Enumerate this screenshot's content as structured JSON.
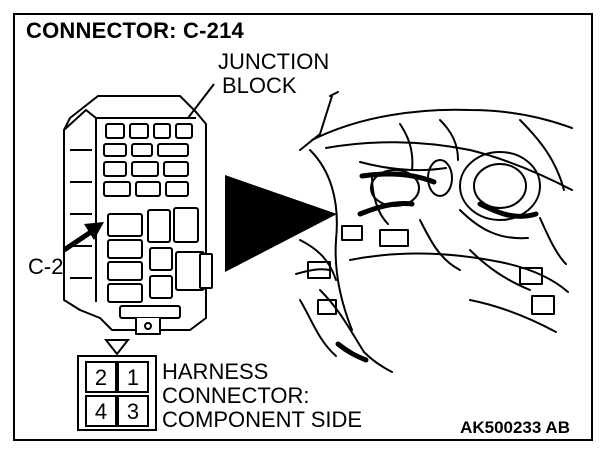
{
  "title": "CONNECTOR: C-214",
  "junction_block": {
    "line1": "JUNCTION",
    "line2": "BLOCK"
  },
  "connector_callout": "C-214",
  "harness": {
    "line1": "HARNESS",
    "line2": "CONNECTOR:",
    "line3": "COMPONENT SIDE"
  },
  "pins": [
    "2",
    "1",
    "4",
    "3"
  ],
  "drawing_code": "AK500233 AB",
  "icons": {
    "pointer": "triangle-pointer-icon",
    "callout_arrow": "filled-arrow-icon",
    "view_arrow": "large-triangle-view-icon"
  },
  "colors": {
    "ink": "#000000",
    "paper": "#ffffff"
  }
}
